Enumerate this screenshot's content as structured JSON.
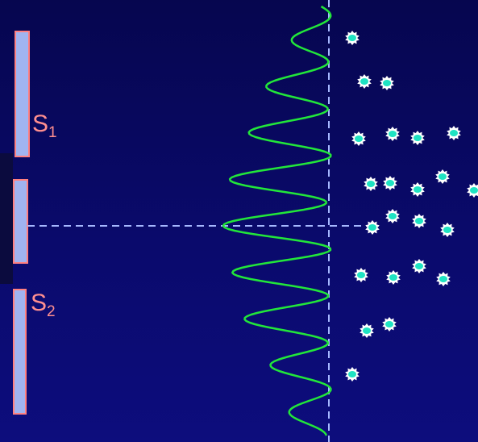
{
  "slits": {
    "s1": {
      "letter": "S",
      "index": "1"
    },
    "s2": {
      "letter": "S",
      "index": "2"
    }
  },
  "colors": {
    "background": "#0a0a6c",
    "barrier": "#a0b4f0",
    "barrier_outline": "#ff8080",
    "dark_band": "#0b0b3e",
    "guide_line": "#a6b8ff",
    "intensity_curve": "#22e63a",
    "photon_fill": "#1fe3c2",
    "photon_burst": "#ffffff",
    "label": "#ff8f8f"
  },
  "icons": {
    "photon": "photon-impact-icon"
  }
}
